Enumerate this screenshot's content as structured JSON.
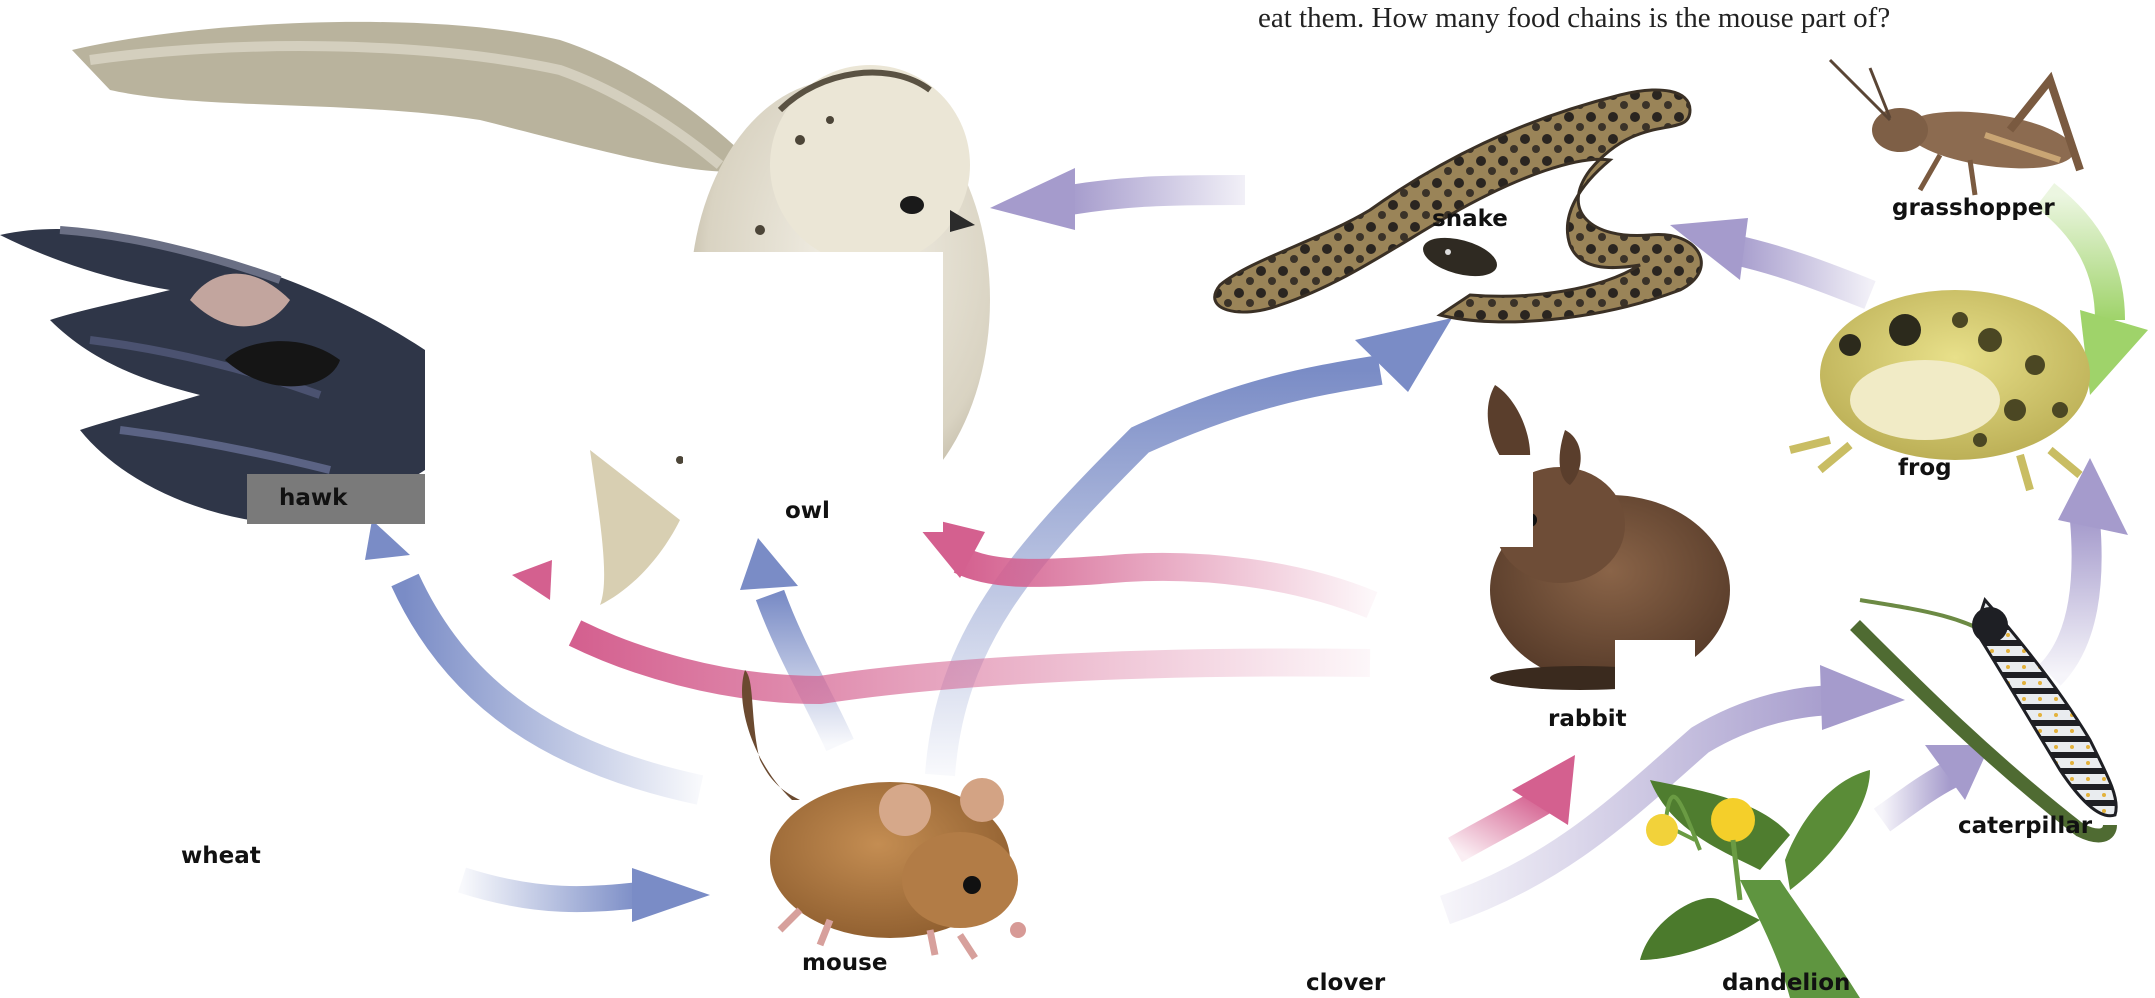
{
  "question": "eat them. How many food chains is the mouse part of?",
  "organisms": {
    "hawk": "hawk",
    "owl": "owl",
    "snake": "snake",
    "grasshopper": "grasshopper",
    "frog": "frog",
    "rabbit": "rabbit",
    "caterpillar": "caterpillar",
    "wheat": "wheat",
    "mouse": "mouse",
    "clover": "clover",
    "dandelion": "dandelion"
  },
  "colors": {
    "blue_arrow": "#7a8cc6",
    "pink_arrow": "#d4608f",
    "lavender_arrow": "#a59bcc",
    "green_arrow": "#9fd36a"
  }
}
